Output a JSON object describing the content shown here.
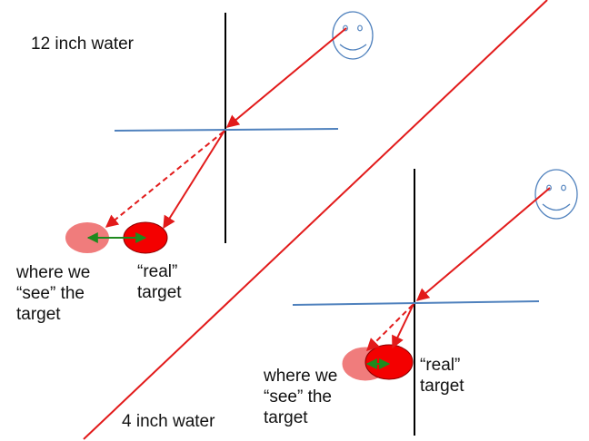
{
  "colors": {
    "ray": "#e21a1a",
    "surface": "#4f81bd",
    "normal": "#000000",
    "real_target": "#f40000",
    "apparent_target": "#f07c7c",
    "offset_arrow": "#1e8a1e",
    "face": "#4f81bd"
  },
  "panel_top": {
    "water_label": "12 inch water",
    "seen_label": [
      "where we",
      "“see” the",
      "target"
    ],
    "real_label": [
      "“real”",
      "target"
    ]
  },
  "panel_bottom": {
    "water_label": "4 inch water",
    "seen_label": [
      "where we",
      "“see” the",
      "target"
    ],
    "real_label": [
      "“real”",
      "target"
    ]
  },
  "icons": [
    "smiley-face-icon",
    "smiley-face-icon"
  ]
}
